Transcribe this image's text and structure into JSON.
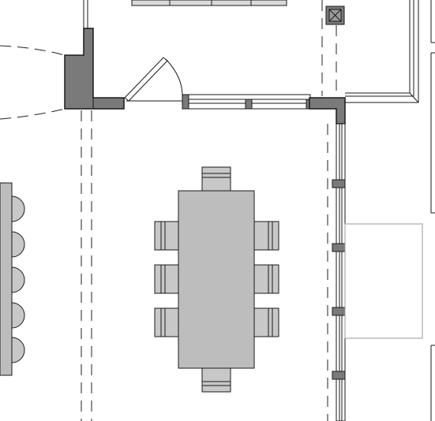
{
  "drawing": {
    "type": "architectural floor plan",
    "colors": {
      "background": "#ffffff",
      "line": "#1a1a1a",
      "wall_fill": "#7a7a7a",
      "furniture_fill": "#bdbdbd",
      "chair_fill": "#c8c8c8",
      "light_fill": "#e6e6e6",
      "dashed": "#222222"
    }
  },
  "furniture": {
    "dining_table": {
      "chairs": 8
    },
    "bench_stools": 5
  }
}
